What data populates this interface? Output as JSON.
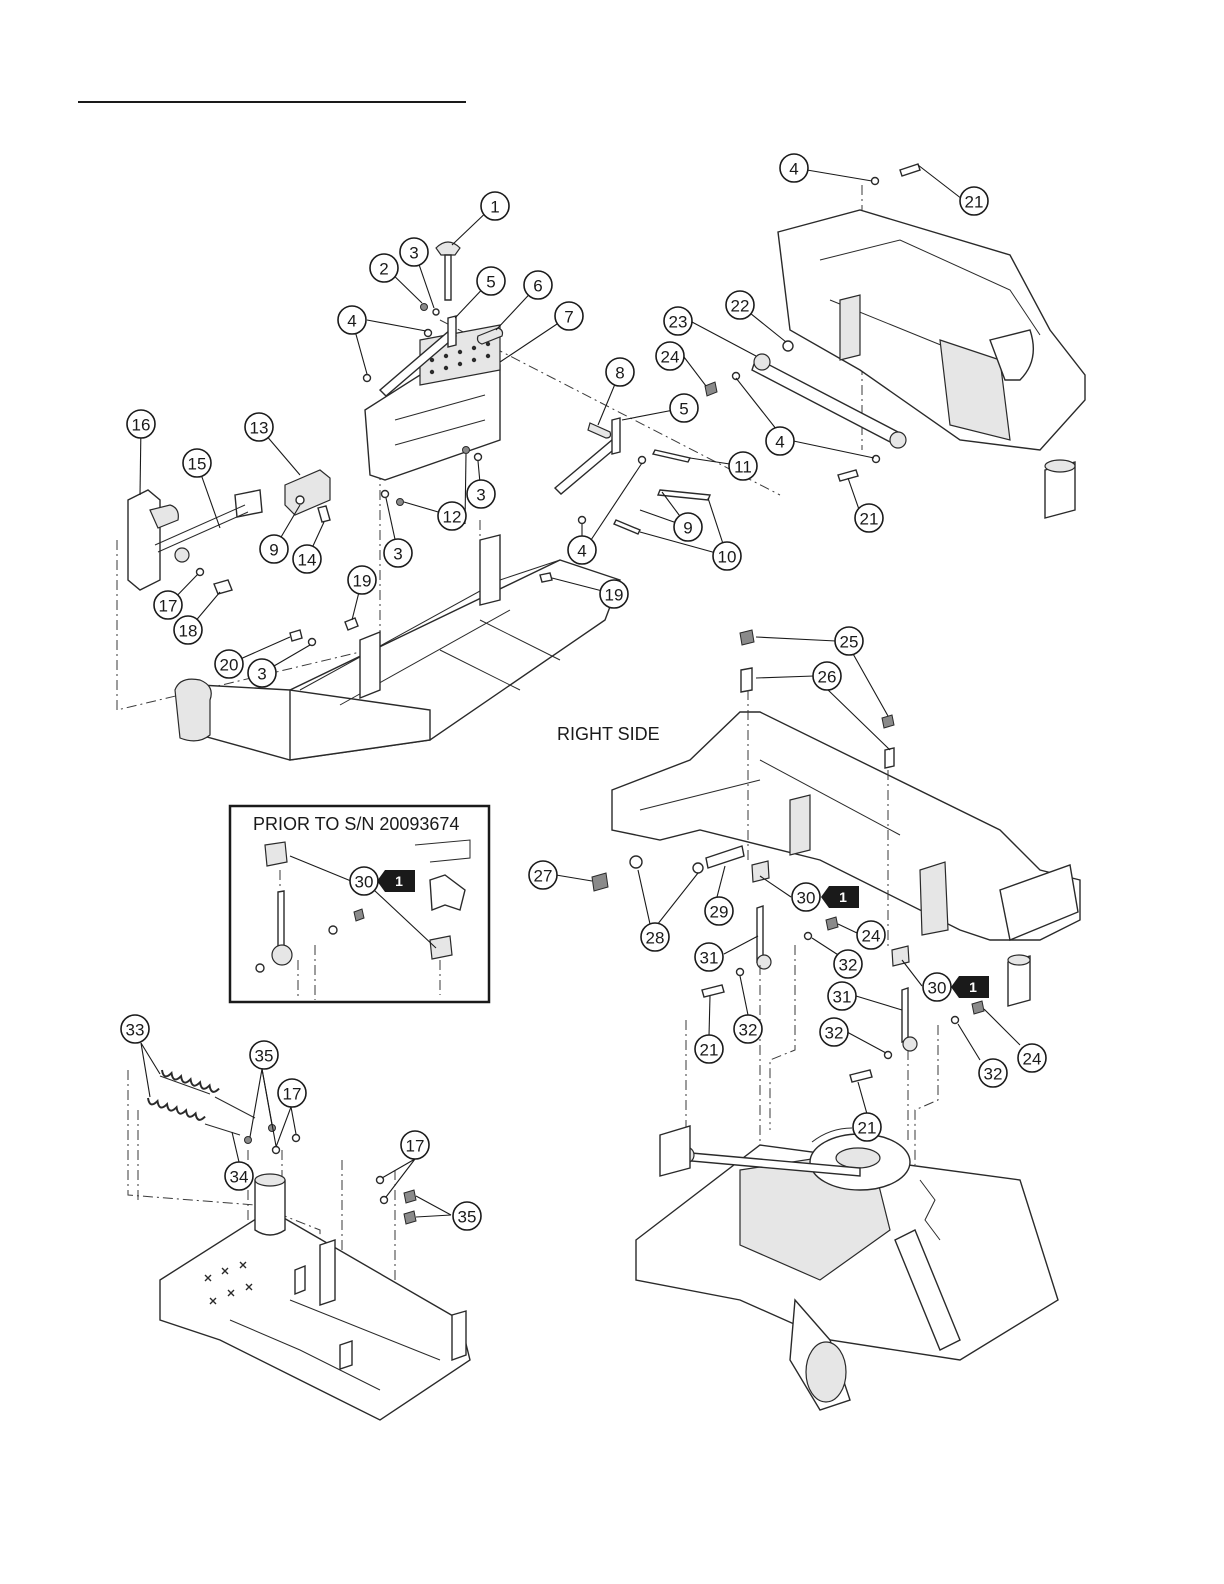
{
  "labels": {
    "right_side": "RIGHT SIDE",
    "inset_title": "PRIOR TO S/N 20093674"
  },
  "note_flag": "1",
  "callouts": {
    "c1": "1",
    "c2": "2",
    "c3": "3",
    "c4": "4",
    "c5": "5",
    "c6": "6",
    "c7": "7",
    "c8": "8",
    "c9": "9",
    "c10": "10",
    "c11": "11",
    "c12": "12",
    "c13": "13",
    "c14": "14",
    "c15": "15",
    "c16": "16",
    "c17": "17",
    "c18": "18",
    "c19": "19",
    "c20": "20",
    "c21": "21",
    "c22": "22",
    "c23": "23",
    "c24": "24",
    "c25": "25",
    "c26": "26",
    "c27": "27",
    "c28": "28",
    "c29": "29",
    "c30": "30",
    "c31": "31",
    "c32": "32",
    "c33": "33",
    "c34": "34",
    "c35": "35"
  }
}
